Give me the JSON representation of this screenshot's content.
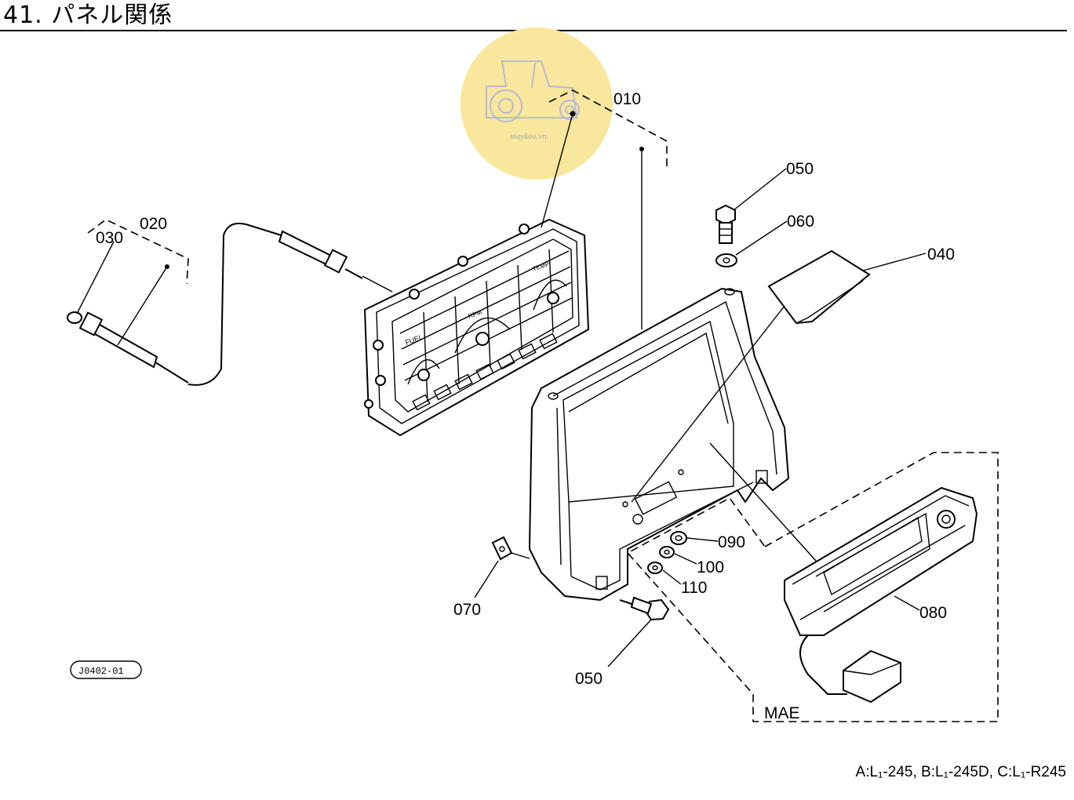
{
  "page": {
    "title": "41. パネル関係",
    "footer_models": "A:L₁-245, B:L₁-245D, C:L₁-R245"
  },
  "watermark": {
    "text": "maykeo.vn",
    "color": "#f8e79c"
  },
  "figure_id": "J0402-01",
  "parts": {
    "p010": "010",
    "p020": "020",
    "p030": "030",
    "p040": "040",
    "p050_top": "050",
    "p050_bottom": "050",
    "p060": "060",
    "p070": "070",
    "p080": "080",
    "p090": "090",
    "p100": "100",
    "p110": "110"
  },
  "group_label": "MAE",
  "gauge_text": {
    "fuel": "FUEL",
    "rpm": "RPM",
    "temp": "TEMP"
  }
}
